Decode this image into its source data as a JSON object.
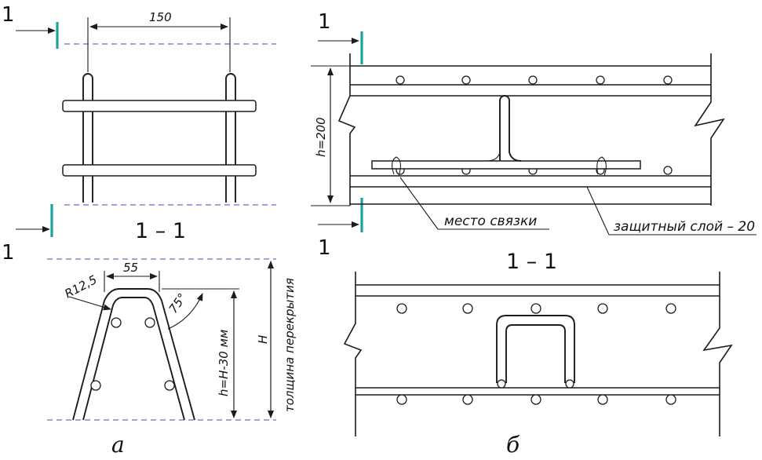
{
  "section_marker": "1",
  "section_title": "1 – 1",
  "panel_a": {
    "label": "а",
    "plan_spacing": "150",
    "top_width": "55",
    "bend_radius": "R12,5",
    "angle": "75°",
    "height_label": "h=H-30 мм",
    "total_label": "H",
    "total_caption": "толщина перекрытия"
  },
  "panel_b": {
    "label": "б",
    "height_label": "h=200",
    "tie_note": "место связки",
    "cover_note": "защитный слой – 20"
  }
}
